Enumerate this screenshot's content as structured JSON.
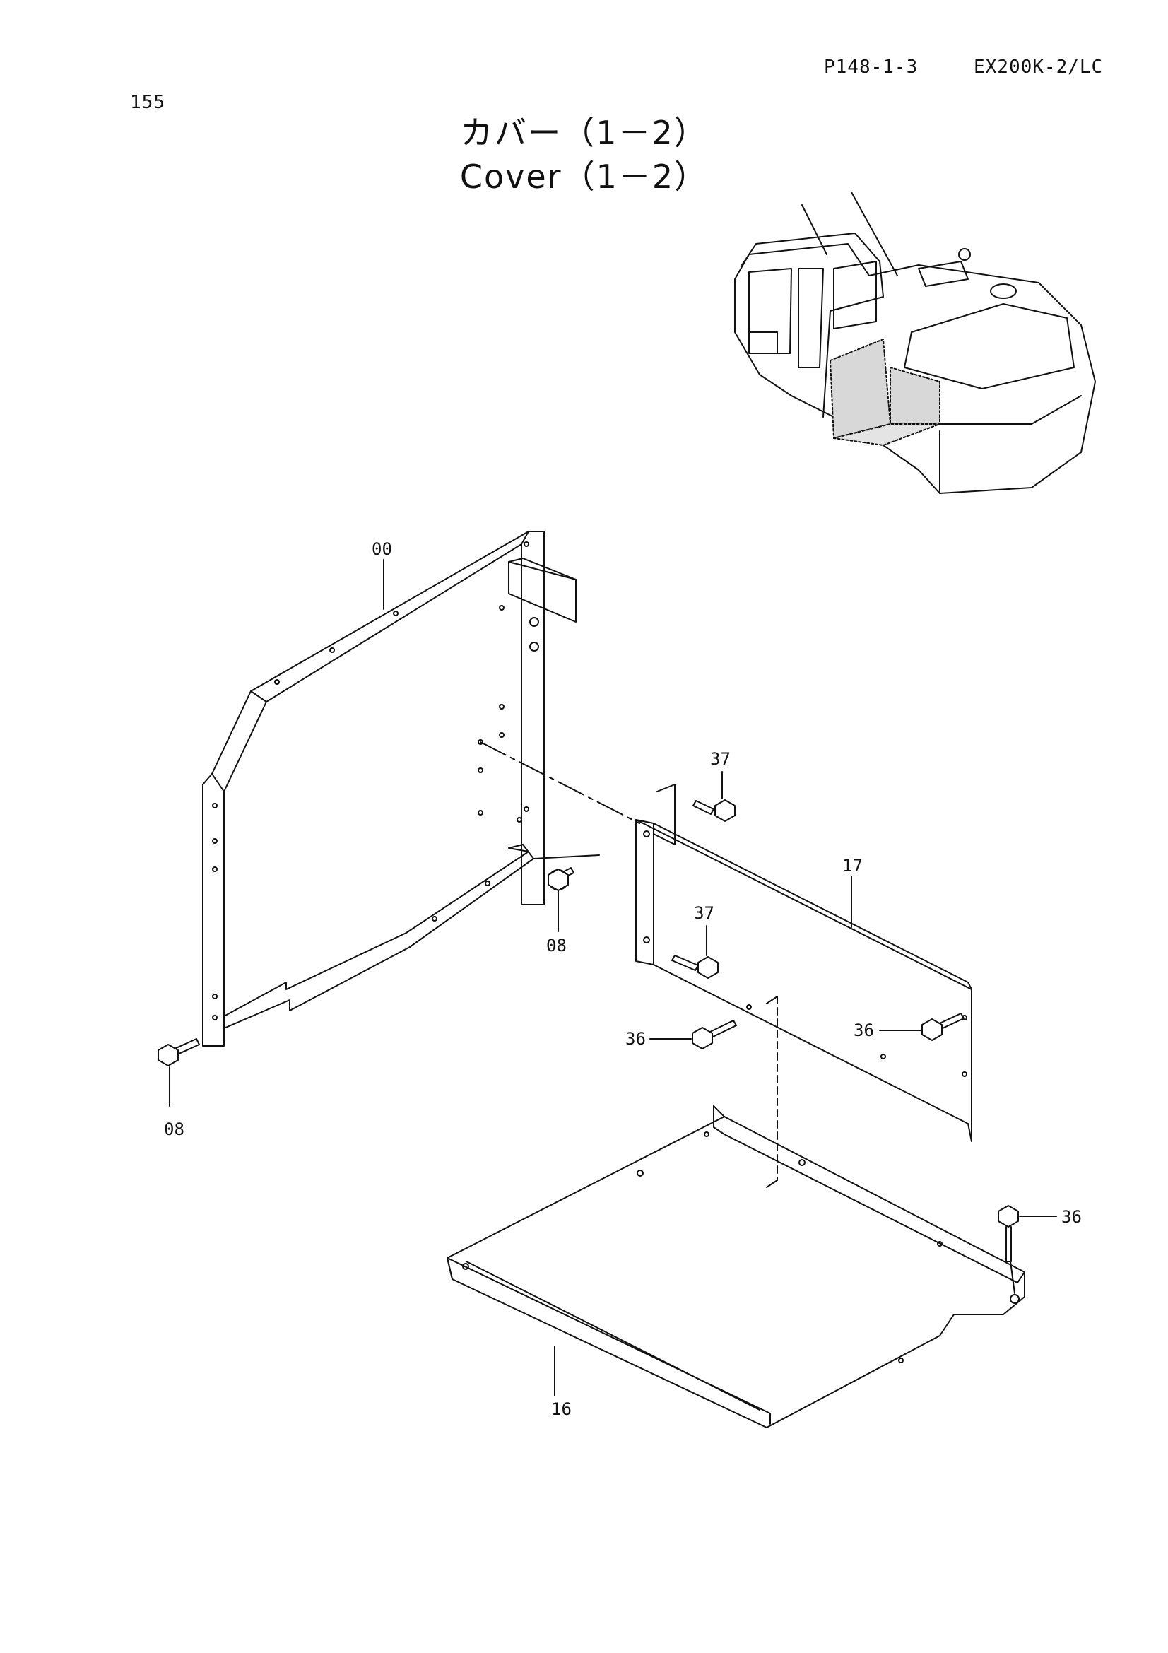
{
  "header": {
    "page_number": "155",
    "document_ref": "P148-1-3",
    "model": "EX200K-2/LC"
  },
  "title": {
    "japanese": "カバー（1－2）",
    "english": "Cover（1－2）"
  },
  "callouts": {
    "frame": "00",
    "bolt_frame_inner": "08",
    "bolt_frame_outer": "08",
    "bolt_panel_upper": "37",
    "bolt_panel_lower": "37",
    "side_panel": "17",
    "bolt_panel_left": "36",
    "bolt_panel_right": "36",
    "bolt_floor": "36",
    "floor_cover": "16"
  }
}
